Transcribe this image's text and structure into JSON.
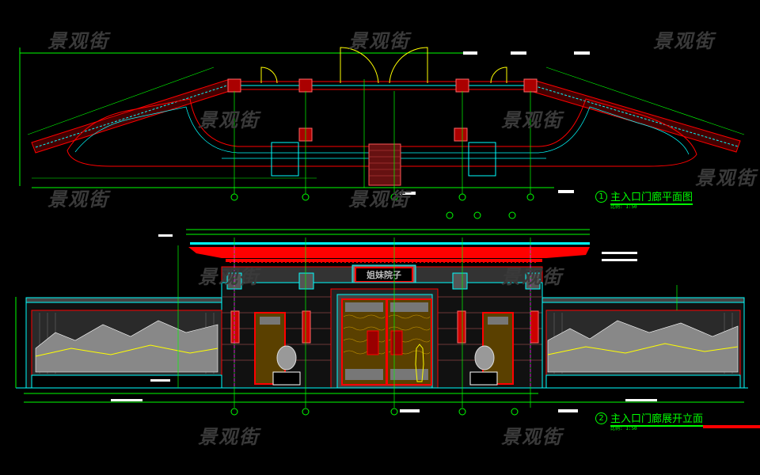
{
  "watermark": "景观街",
  "drawings": [
    {
      "number": "1",
      "title": "主入口门廊平面图",
      "scale": "比例: 1:50"
    },
    {
      "number": "2",
      "title": "主入口门廊展开立面",
      "scale": "比例: 1:50"
    }
  ],
  "sign_text": "姐妹院子",
  "colors": {
    "background": "#000000",
    "dimension": "#00ff00",
    "wall": "#ff0000",
    "outline": "#00ffff",
    "axis": "#ff00ff",
    "door": "#ffff00"
  }
}
